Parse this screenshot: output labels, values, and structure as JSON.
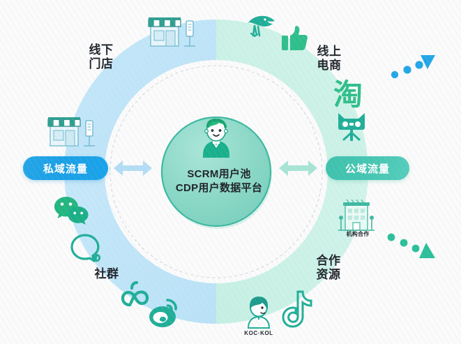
{
  "diagram": {
    "title_center": "SCRM用户池\nCDP用户数据平台",
    "colors": {
      "arc_left": "#bfe5f8",
      "arc_right": "#cdf2e8",
      "pill_private": "#1aa0e6",
      "pill_public": "#44c6b2",
      "core_ring": "#3cb9a0",
      "core_fill": "#8fdbcb",
      "icon_teal": "#1fae97",
      "icon_green": "#22b573",
      "dot_blue": "#23a6e8",
      "dot_green": "#2bbf9a",
      "arrow_blue": "#b3ddf4",
      "arrow_green": "#a8e4d6",
      "text_dark": "#20252c",
      "background": "#fbfbfb"
    },
    "pills": {
      "private": "私域流量",
      "public": "公域流量"
    },
    "quadrants": [
      {
        "id": "offline-store",
        "label": "线下\n门店",
        "side": "left",
        "position": "top-left"
      },
      {
        "id": "community",
        "label": "社群",
        "side": "left",
        "position": "bottom-left"
      },
      {
        "id": "online-ecom",
        "label": "线上\n电商",
        "side": "right",
        "position": "top-right"
      },
      {
        "id": "partner-res",
        "label": "合作\n资源",
        "side": "right",
        "position": "bottom-right"
      }
    ],
    "icon_captions": {
      "institution": "机构合作",
      "koc_kol": "KOC·KOL"
    },
    "icons": [
      {
        "name": "storefront-icon",
        "group": "offline-store"
      },
      {
        "name": "storefront-icon",
        "group": "offline-store"
      },
      {
        "name": "wechat-icon",
        "group": "community"
      },
      {
        "name": "qq-chat-icon",
        "group": "community"
      },
      {
        "name": "xiaohongshu-icon",
        "group": "community"
      },
      {
        "name": "weibo-icon",
        "group": "community"
      },
      {
        "name": "jd-bird-icon",
        "group": "online-ecom"
      },
      {
        "name": "thumbs-up-icon",
        "group": "online-ecom"
      },
      {
        "name": "taobao-icon",
        "group": "online-ecom"
      },
      {
        "name": "tmall-cat-icon",
        "group": "online-ecom"
      },
      {
        "name": "office-building-icon",
        "group": "partner-res"
      },
      {
        "name": "douyin-note-icon",
        "group": "partner-res"
      },
      {
        "name": "person-avatar-icon",
        "group": "partner-res"
      }
    ],
    "connectors": {
      "left_arrow": "double-headed-arrow",
      "right_arrow": "double-headed-arrow",
      "top_right_flow": "dots-with-triangle-inward",
      "bottom_right_flow": "dots-with-triangle-inward"
    },
    "center_avatar": "person-avatar-icon"
  }
}
